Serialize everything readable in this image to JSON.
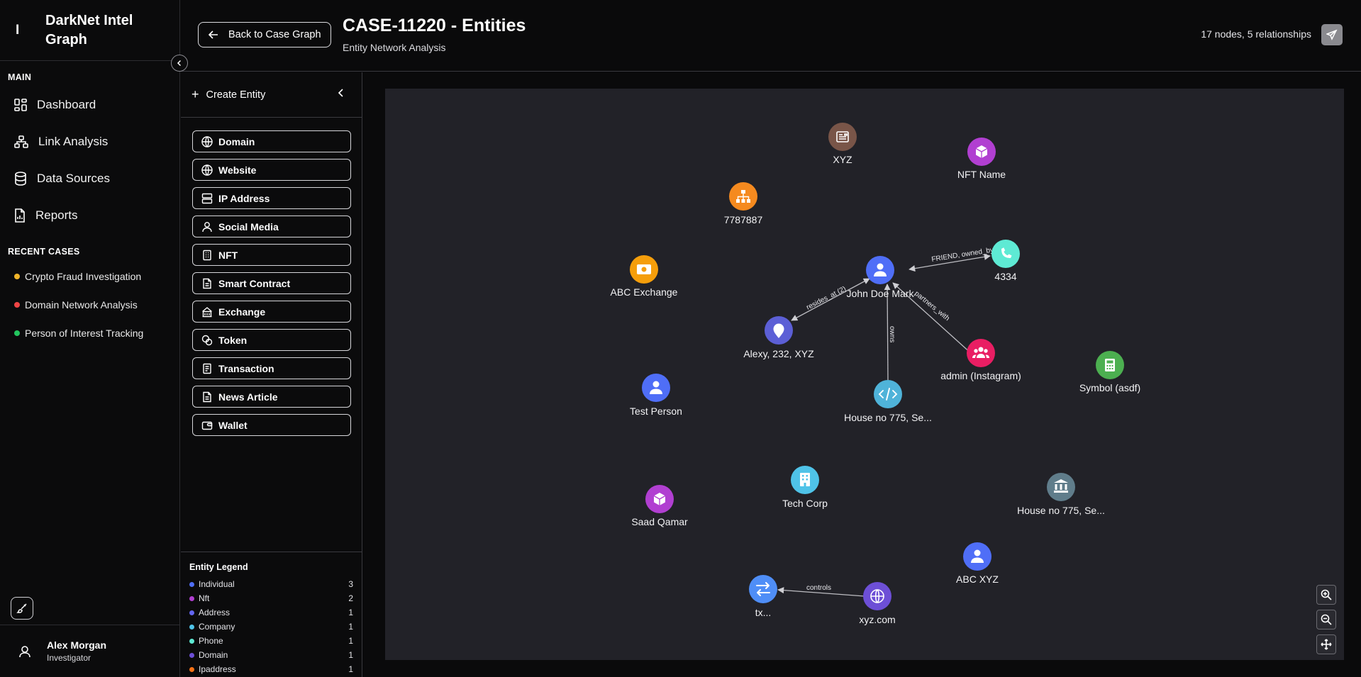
{
  "app": {
    "brand_mark": "I",
    "brand_title": "DarkNet Intel Graph"
  },
  "sidebar": {
    "main_label": "MAIN",
    "nav": [
      {
        "label": "Dashboard",
        "icon": "dashboard-icon"
      },
      {
        "label": "Link Analysis",
        "icon": "network-icon"
      },
      {
        "label": "Data Sources",
        "icon": "database-icon"
      },
      {
        "label": "Reports",
        "icon": "report-icon"
      }
    ],
    "recent_label": "RECENT CASES",
    "recent": [
      {
        "label": "Crypto Fraud Investigation",
        "color": "#f0b429"
      },
      {
        "label": "Domain Network Analysis",
        "color": "#ef4444"
      },
      {
        "label": "Person of Interest Tracking",
        "color": "#22c55e"
      }
    ],
    "user": {
      "name": "Alex Morgan",
      "role": "Investigator"
    }
  },
  "header": {
    "back_label": "Back to Case Graph",
    "title": "CASE-11220 - Entities",
    "subtitle": "Entity Network Analysis",
    "stats": "17 nodes, 5 relationships"
  },
  "panel": {
    "create_label": "Create Entity",
    "entities": [
      {
        "label": "Domain",
        "icon": "globe-icon"
      },
      {
        "label": "Website",
        "icon": "globe-icon"
      },
      {
        "label": "IP Address",
        "icon": "server-icon"
      },
      {
        "label": "Social Media",
        "icon": "user-icon"
      },
      {
        "label": "NFT",
        "icon": "building-icon"
      },
      {
        "label": "Smart Contract",
        "icon": "document-icon"
      },
      {
        "label": "Exchange",
        "icon": "exchange-icon"
      },
      {
        "label": "Token",
        "icon": "coins-icon"
      },
      {
        "label": "Transaction",
        "icon": "receipt-icon"
      },
      {
        "label": "News Article",
        "icon": "document-icon"
      },
      {
        "label": "Wallet",
        "icon": "wallet-icon"
      }
    ],
    "legend_title": "Entity Legend",
    "legend": [
      {
        "label": "Individual",
        "count": "3",
        "color": "#4f6ef7"
      },
      {
        "label": "Nft",
        "count": "2",
        "color": "#b13fd1"
      },
      {
        "label": "Address",
        "count": "1",
        "color": "#6366f1"
      },
      {
        "label": "Company",
        "count": "1",
        "color": "#4fc3e8"
      },
      {
        "label": "Phone",
        "count": "1",
        "color": "#5eead4"
      },
      {
        "label": "Domain",
        "count": "1",
        "color": "#6d4fd6"
      },
      {
        "label": "Ipaddress",
        "count": "1",
        "color": "#f97316"
      }
    ]
  },
  "graph": {
    "nodes": {
      "xyz": {
        "label": "XYZ",
        "color": "#795548",
        "icon": "newspaper-icon"
      },
      "nft_name": {
        "label": "NFT Name",
        "color": "#b13fd1",
        "icon": "cube-icon"
      },
      "n7787887": {
        "label": "7787887",
        "color": "#f58a1f",
        "icon": "sitemap-icon"
      },
      "abc_exchange": {
        "label": "ABC Exchange",
        "color": "#f59e0b",
        "icon": "money-icon"
      },
      "john": {
        "label": "John Doe Mark",
        "color": "#4f6ef7",
        "icon": "person-icon"
      },
      "n4334": {
        "label": "4334",
        "color": "#5eead4",
        "icon": "phone-icon"
      },
      "alexy": {
        "label": "Alexy, 232, XYZ",
        "color": "#5c5fd6",
        "icon": "location-icon"
      },
      "admin": {
        "label": "admin (Instagram)",
        "color": "#e91e63",
        "icon": "group-icon"
      },
      "symbol": {
        "label": "Symbol (asdf)",
        "color": "#4caf50",
        "icon": "calculator-icon"
      },
      "test_person": {
        "label": "Test Person",
        "color": "#4f6ef7",
        "icon": "person-icon"
      },
      "house1": {
        "label": "House no 775, Se...",
        "color": "#4fb3d9",
        "icon": "code-icon"
      },
      "saad": {
        "label": "Saad Qamar",
        "color": "#b13fd1",
        "icon": "cube-icon"
      },
      "tech_corp": {
        "label": "Tech Corp",
        "color": "#4fc3e8",
        "icon": "building-icon"
      },
      "house2": {
        "label": "House no 775, Se...",
        "color": "#607d8b",
        "icon": "bank-icon"
      },
      "abc_xyz": {
        "label": "ABC XYZ",
        "color": "#4f6ef7",
        "icon": "person-icon"
      },
      "tx": {
        "label": "tx...",
        "color": "#4f8ef7",
        "icon": "transfer-icon"
      },
      "xyz_com": {
        "label": "xyz.com",
        "color": "#6d4fd6",
        "icon": "globe-icon"
      }
    },
    "edges": {
      "friend": "FRIEND, owned_by",
      "resides": "resides_at (2)",
      "owns": "owns",
      "partners": "partners_with",
      "controls": "controls"
    }
  }
}
